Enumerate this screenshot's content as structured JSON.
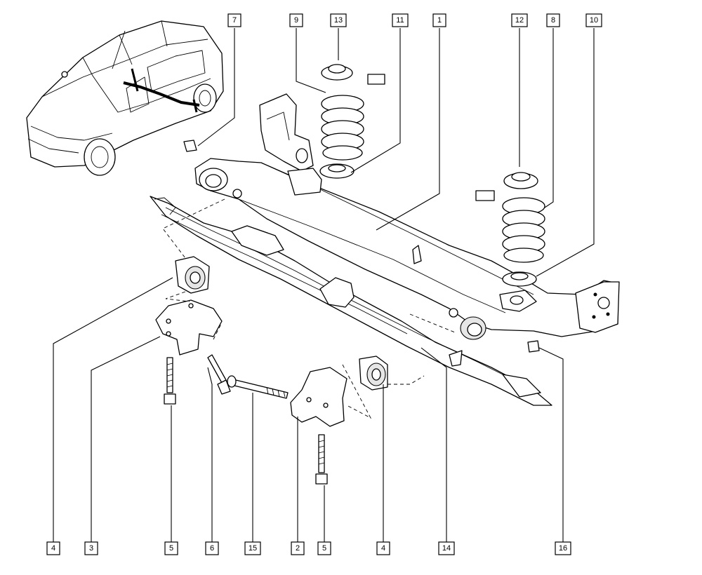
{
  "callouts": {
    "c7": "7",
    "c9": "9",
    "c13": "13",
    "c11": "11",
    "c1": "1",
    "c12": "12",
    "c8": "8",
    "c10": "10",
    "c4a": "4",
    "c3": "3",
    "c5a": "5",
    "c6": "6",
    "c15": "15",
    "c2": "2",
    "c5b": "5",
    "c4b": "4",
    "c14": "14",
    "c16": "16"
  }
}
